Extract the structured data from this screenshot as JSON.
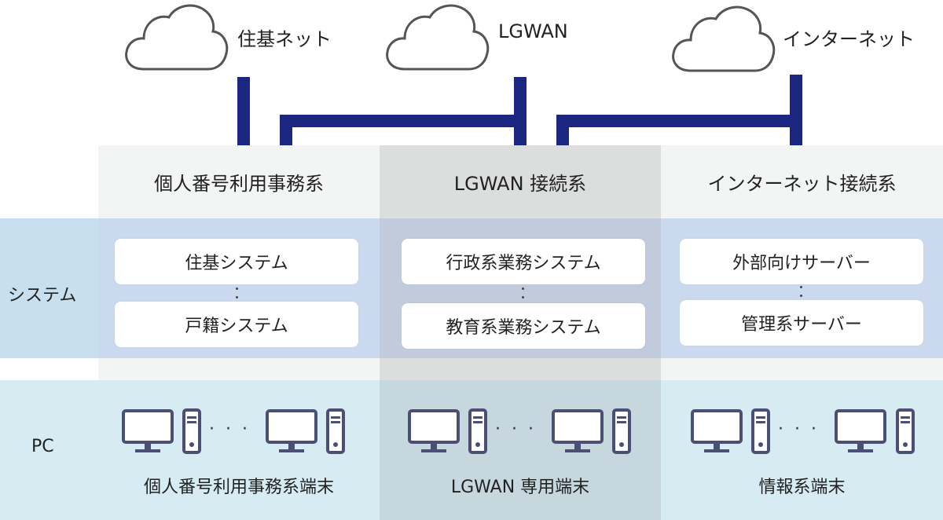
{
  "clouds": [
    {
      "label": "住基ネット"
    },
    {
      "label": "LGWAN"
    },
    {
      "label": "インターネット"
    }
  ],
  "columns": [
    {
      "header": "個人番号利用事務系",
      "systems": [
        "住基システム",
        "戸籍システム"
      ],
      "terminal": "個人番号利用事務系端末"
    },
    {
      "header": "LGWAN 接続系",
      "systems": [
        "行政系業務システム",
        "教育系業務システム"
      ],
      "terminal": "LGWAN 専用端末"
    },
    {
      "header": "インターネット接続系",
      "systems": [
        "外部向けサーバー",
        "管理系サーバー"
      ],
      "terminal": "情報系端末"
    }
  ],
  "rows": {
    "system_label": "システム",
    "pc_label": "PC"
  },
  "colors": {
    "line": "#1b2680",
    "header_light": "#f3f5f4",
    "header_mid": "#dcdedd",
    "system_row_left": "#c8dff0",
    "system_row": "#cbd9ee",
    "system_row_mid": "#c1cbdc",
    "pc_row": "#d6ebf2",
    "pc_row_mid": "#c7d7de",
    "icon": "#4a4f73"
  },
  "icons": [
    "cloud-icon",
    "monitor-icon",
    "tower-pc-icon"
  ]
}
